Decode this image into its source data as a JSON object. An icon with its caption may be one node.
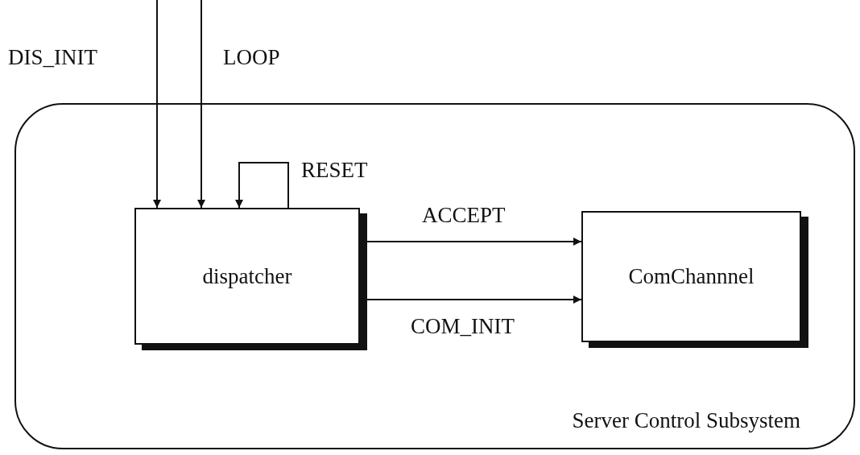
{
  "diagram": {
    "nodes": [
      {
        "text": [
          "Server Control Subsystem"
        ]
      },
      {
        "text": [
          "dispatcher"
        ],
        "in": 0
      },
      {
        "text": [
          "ComChannnel"
        ],
        "in": 0
      }
    ],
    "edges": [
      {
        "from": null,
        "to": 1,
        "arrow": "to",
        "label": "DIS_INIT"
      },
      {
        "from": null,
        "to": 1,
        "arrow": "to",
        "label": "LOOP"
      },
      {
        "from": 1,
        "to": 1,
        "arrow": "to",
        "label": "RESET"
      },
      {
        "from": 1,
        "to": 2,
        "arrow": "to",
        "label": "ACCEPT"
      },
      {
        "from": 1,
        "to": 2,
        "arrow": "to",
        "label": "COM_INIT"
      }
    ]
  }
}
